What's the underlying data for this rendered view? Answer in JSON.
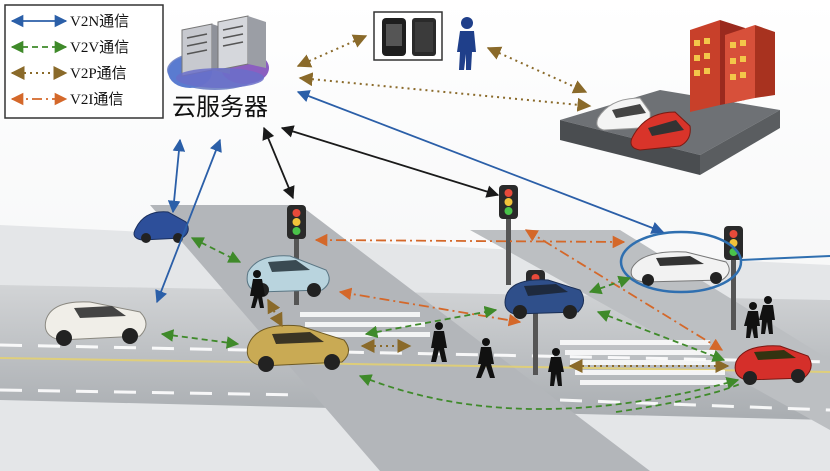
{
  "legend": {
    "items": [
      {
        "label": "V2N通信",
        "color": "#2b5fa8",
        "style": "solid"
      },
      {
        "label": "V2V通信",
        "color": "#3f8a2a",
        "style": "dashed"
      },
      {
        "label": "V2P通信",
        "color": "#8a6a2a",
        "style": "dotted"
      },
      {
        "label": "V2I通信",
        "color": "#d4682a",
        "style": "dashdot"
      }
    ]
  },
  "server": {
    "label": "云服务器",
    "icon": "cloud-server-icon"
  },
  "colors": {
    "v2n": "#2b5fa8",
    "v2v": "#3f8a2a",
    "v2p": "#8a6a2a",
    "v2i": "#d4682a",
    "network": "#1a1a1a",
    "road": "#b9bcbf",
    "highlight": "#2f6fb0"
  }
}
